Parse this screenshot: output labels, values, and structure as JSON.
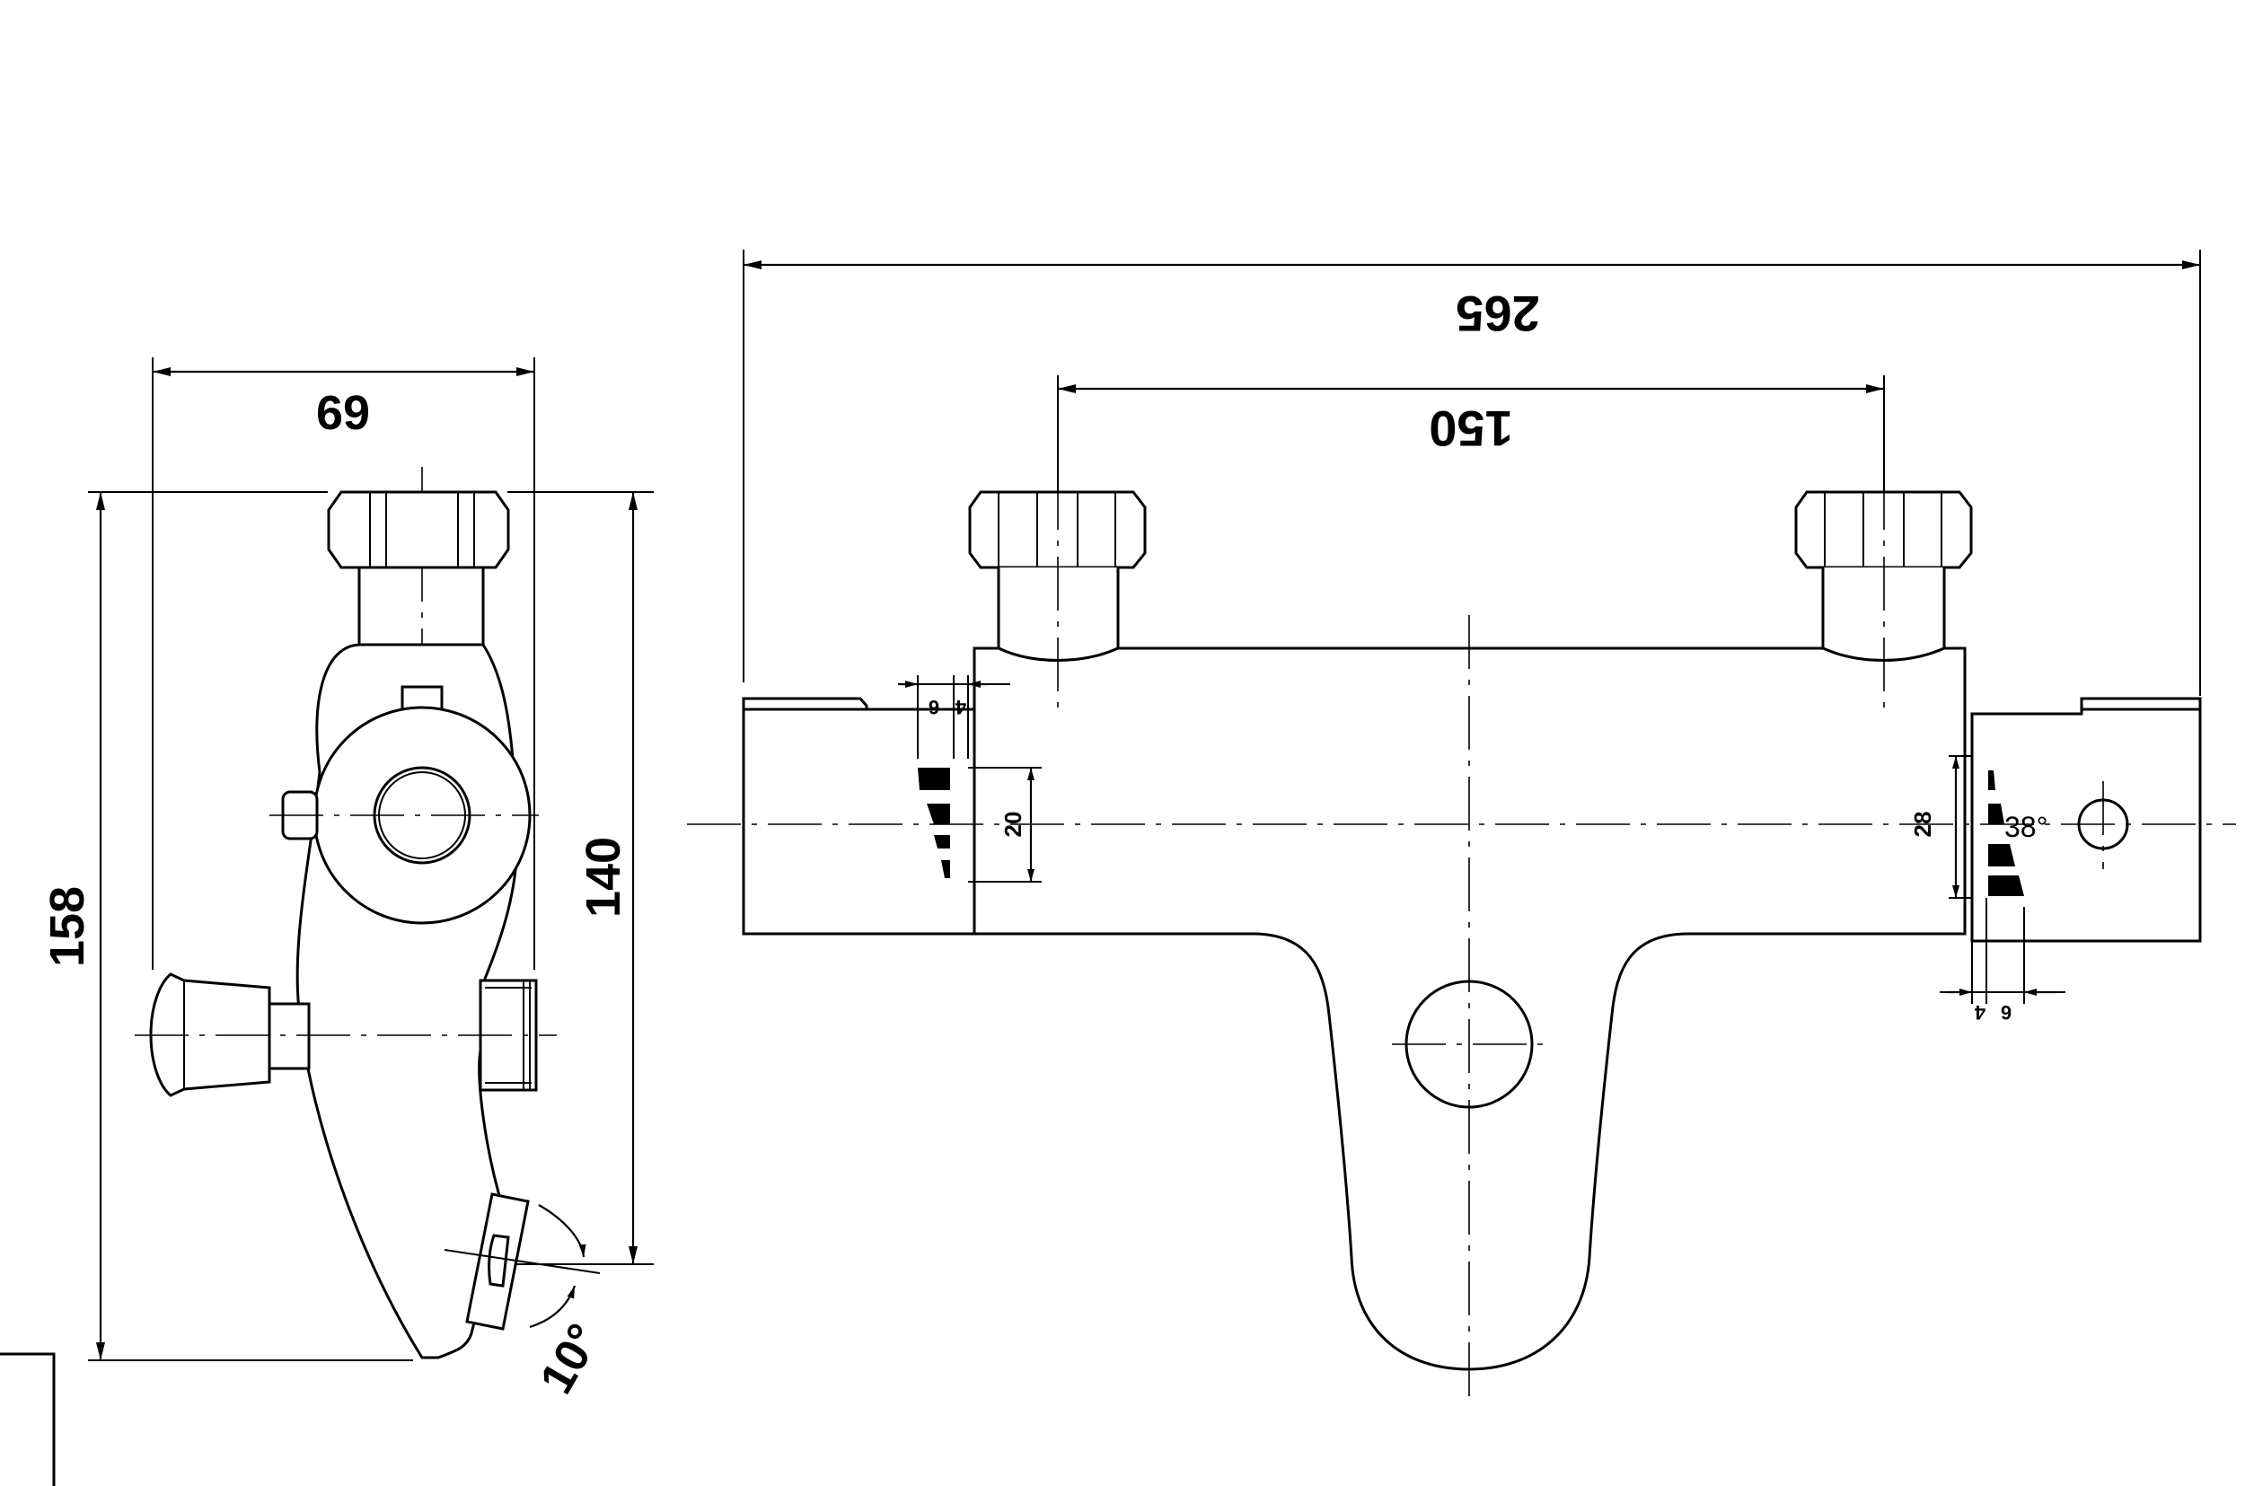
{
  "side_view": {
    "dim_width": "69",
    "dim_total_height": "158",
    "dim_inlet_height": "140",
    "dim_angle": "10°"
  },
  "front_view": {
    "dim_overall_length": "265",
    "dim_inlet_spacing": "150",
    "left_detail": {
      "dim_a": "6",
      "dim_b": "4",
      "dim_height": "20"
    },
    "right_detail": {
      "dim_a": "6",
      "dim_b": "4",
      "dim_height": "28",
      "angle": "38°"
    }
  }
}
